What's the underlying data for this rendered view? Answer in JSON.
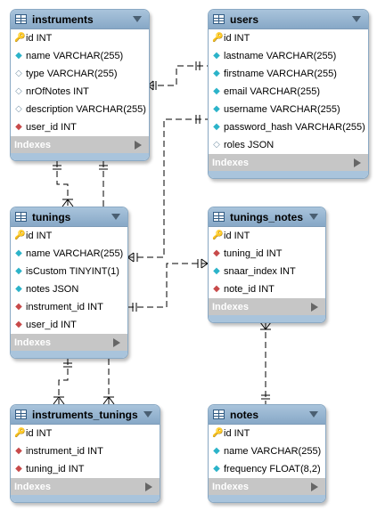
{
  "diagram": {
    "indexes_label": "Indexes",
    "tables": [
      {
        "key": "instruments",
        "name": "instruments",
        "columns": [
          {
            "text": "id INT",
            "marker": "primary-key"
          },
          {
            "text": "name VARCHAR(255)",
            "marker": "not-null"
          },
          {
            "text": "type VARCHAR(255)",
            "marker": "nullable"
          },
          {
            "text": "nrOfNotes INT",
            "marker": "nullable"
          },
          {
            "text": "description VARCHAR(255)",
            "marker": "nullable"
          },
          {
            "text": "user_id INT",
            "marker": "foreign-key"
          }
        ]
      },
      {
        "key": "users",
        "name": "users",
        "columns": [
          {
            "text": "id INT",
            "marker": "primary-key"
          },
          {
            "text": "lastname VARCHAR(255)",
            "marker": "not-null"
          },
          {
            "text": "firstname VARCHAR(255)",
            "marker": "not-null"
          },
          {
            "text": "email VARCHAR(255)",
            "marker": "not-null"
          },
          {
            "text": "username VARCHAR(255)",
            "marker": "not-null"
          },
          {
            "text": "password_hash VARCHAR(255)",
            "marker": "not-null"
          },
          {
            "text": "roles JSON",
            "marker": "nullable"
          }
        ]
      },
      {
        "key": "tunings",
        "name": "tunings",
        "columns": [
          {
            "text": "id INT",
            "marker": "primary-key"
          },
          {
            "text": "name VARCHAR(255)",
            "marker": "not-null"
          },
          {
            "text": "isCustom TINYINT(1)",
            "marker": "not-null"
          },
          {
            "text": "notes JSON",
            "marker": "not-null"
          },
          {
            "text": "instrument_id INT",
            "marker": "foreign-key"
          },
          {
            "text": "user_id INT",
            "marker": "foreign-key"
          }
        ]
      },
      {
        "key": "tunings_notes",
        "name": "tunings_notes",
        "columns": [
          {
            "text": "id INT",
            "marker": "primary-key"
          },
          {
            "text": "tuning_id INT",
            "marker": "foreign-key"
          },
          {
            "text": "snaar_index INT",
            "marker": "not-null"
          },
          {
            "text": "note_id INT",
            "marker": "foreign-key"
          }
        ]
      },
      {
        "key": "instruments_tunings",
        "name": "instruments_tunings",
        "columns": [
          {
            "text": "id INT",
            "marker": "primary-key"
          },
          {
            "text": "instrument_id INT",
            "marker": "foreign-key"
          },
          {
            "text": "tuning_id INT",
            "marker": "foreign-key"
          }
        ]
      },
      {
        "key": "notes",
        "name": "notes",
        "columns": [
          {
            "text": "id INT",
            "marker": "primary-key"
          },
          {
            "text": "name VARCHAR(255)",
            "marker": "not-null"
          },
          {
            "text": "frequency FLOAT(8,2)",
            "marker": "not-null"
          }
        ]
      }
    ],
    "relationships": [
      {
        "from": "instruments.user_id",
        "to": "users.id",
        "type": "many-to-one"
      },
      {
        "from": "tunings.instrument_id",
        "to": "instruments.id",
        "type": "many-to-one"
      },
      {
        "from": "tunings.user_id",
        "to": "users.id",
        "type": "many-to-one"
      },
      {
        "from": "tunings_notes.tuning_id",
        "to": "tunings.id",
        "type": "many-to-one"
      },
      {
        "from": "tunings_notes.note_id",
        "to": "notes.id",
        "type": "many-to-one"
      },
      {
        "from": "instruments_tunings.instrument_id",
        "to": "instruments.id",
        "type": "many-to-one"
      },
      {
        "from": "instruments_tunings.tuning_id",
        "to": "tunings.id",
        "type": "many-to-one"
      }
    ],
    "colors": {
      "header": "#9dbbd6",
      "border": "#8aa9c4",
      "indexes_bar": "#c6c6c6",
      "primary_key": "#d6a800",
      "not_null": "#2bb3c9",
      "foreign_key": "#c84a4a",
      "connector": "#000000"
    }
  }
}
